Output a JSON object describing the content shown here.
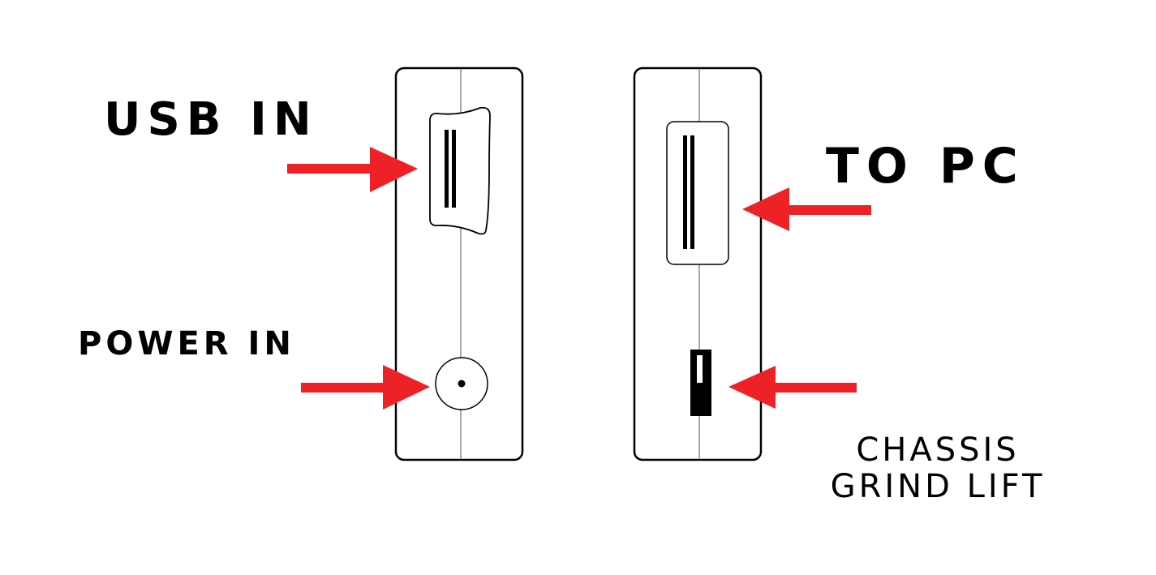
{
  "labels": {
    "usb_in": "USB IN",
    "power_in": "POWER IN",
    "to_pc": "TO PC",
    "chassis_line1": "CHASSIS",
    "chassis_line2": "GRIND LIFT"
  },
  "colors": {
    "arrow": "#ee2126",
    "outline": "#000000",
    "divider": "#8c8c8c",
    "background": "#ffffff"
  },
  "icons": {
    "usb_port": "mini-usb-port-icon",
    "power_jack": "dc-power-jack-icon",
    "pc_port": "usb-b-port-icon",
    "ground_switch": "slide-switch-icon"
  }
}
